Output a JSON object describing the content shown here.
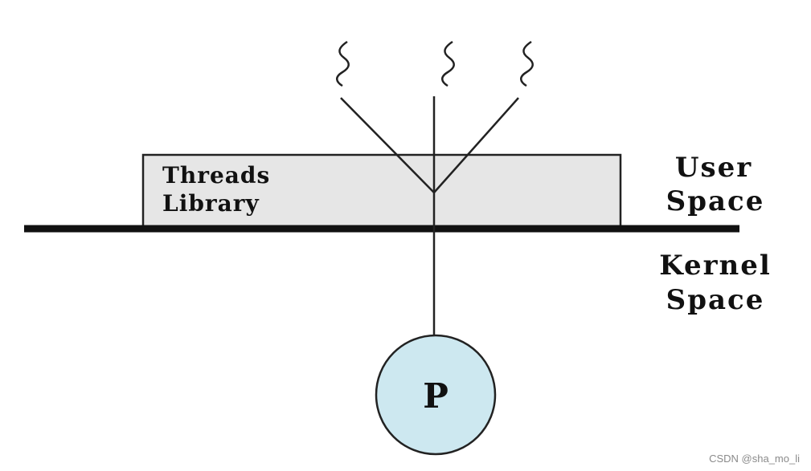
{
  "diagram": {
    "threads_library": {
      "line1": "Threads",
      "line2": "Library"
    },
    "user_space": {
      "line1": "User",
      "line2": "Space"
    },
    "kernel_space": {
      "line1": "Kernel",
      "line2": "Space"
    },
    "process": {
      "label": "P"
    },
    "thread_count": 3,
    "colors": {
      "library_fill": "#e6e6e6",
      "process_fill": "#cde8f0",
      "stroke": "#111111"
    }
  },
  "watermark": "CSDN @sha_mo_li"
}
